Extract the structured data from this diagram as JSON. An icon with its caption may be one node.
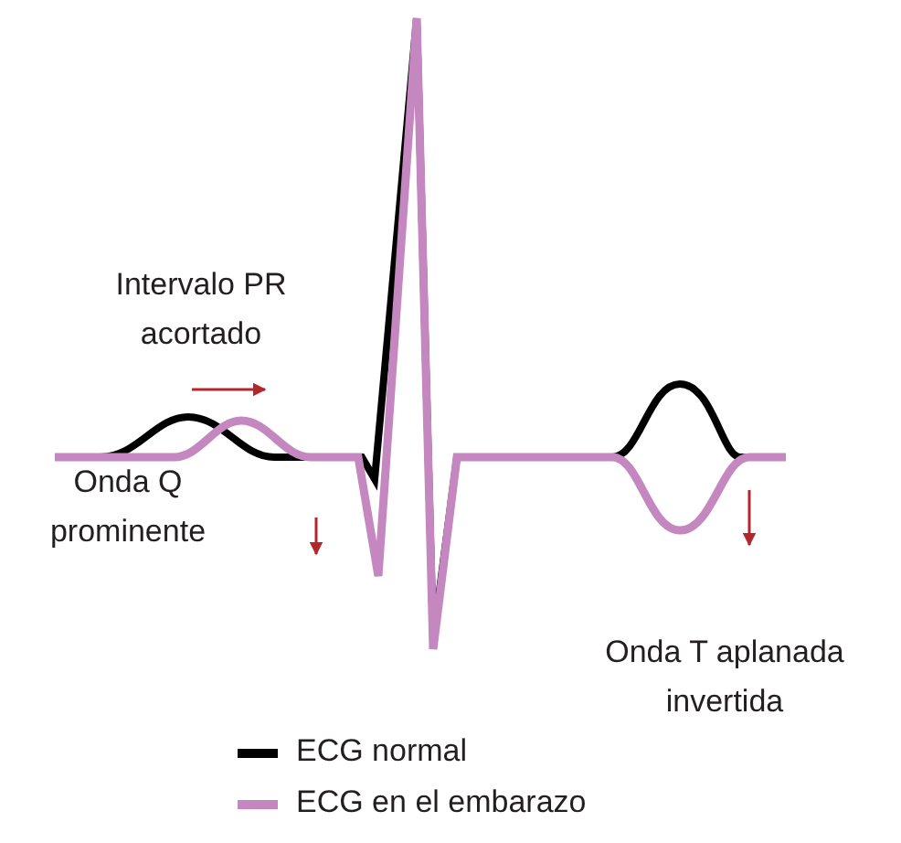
{
  "diagram": {
    "labels": [
      "Intervalo PR acortado",
      "Onda Q prominente",
      "Onda T aplanada invertida"
    ],
    "legend": [
      {
        "text": "ECG normal"
      },
      {
        "text": "ECG en el embarazo"
      }
    ]
  }
}
